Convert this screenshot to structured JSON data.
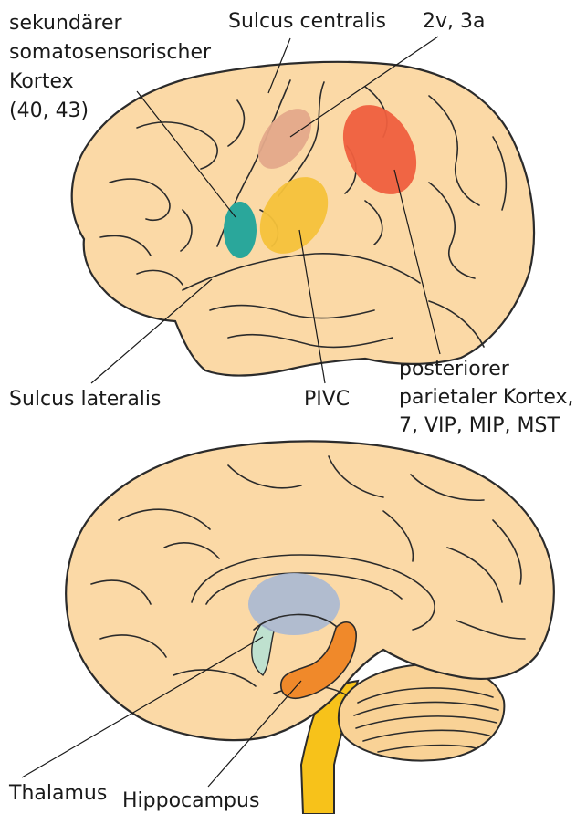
{
  "labels": {
    "secondary_somatosensory": [
      "sekundärer",
      "somatosensorischer",
      "Kortex",
      "(40, 43)"
    ],
    "sulcus_centralis": "Sulcus centralis",
    "area_2v_3a": "2v, 3a",
    "sulcus_lateralis": "Sulcus lateralis",
    "pivc": "PIVC",
    "posterior_parietal": [
      "posteriorer",
      "parietaler Kortex,",
      "7, VIP, MIP, MST"
    ],
    "thalamus": "Thalamus",
    "hippocampus": "Hippocampus"
  },
  "colors": {
    "brain_fill": "#fbd9a6",
    "outline": "#2b2b2b",
    "area_2v_3a": "#e4a98a",
    "secondary_somatosensory": "#2aa79b",
    "pivc": "#f6c23a",
    "posterior_parietal": "#ef5f3e",
    "thalamus": "#a9b8d4",
    "hippocampus": "#f0892a",
    "fornix_tint": "#bfe1cf",
    "brainstem": "#f7c21a",
    "cerebellum": "#f9d296"
  }
}
